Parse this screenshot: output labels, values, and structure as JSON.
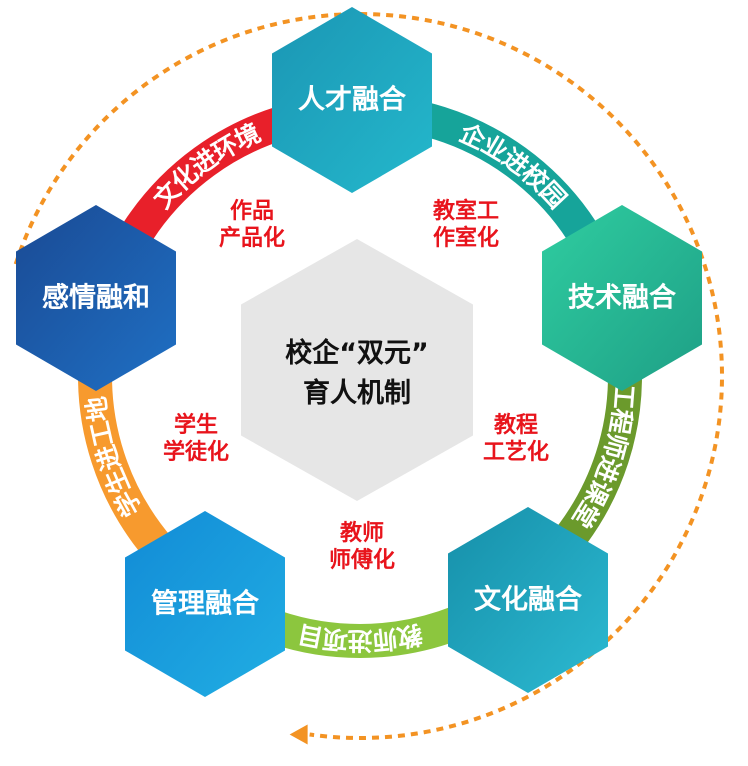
{
  "center": {
    "line1": "校企“双元”",
    "line2": "育人机制"
  },
  "hexagons": [
    {
      "label": "人才融合",
      "color1": "#1b96b4",
      "color2": "#24b8cc"
    },
    {
      "label": "技术融合",
      "color1": "#2fcda0",
      "color2": "#1e9f86"
    },
    {
      "label": "文化融合",
      "color1": "#168fa9",
      "color2": "#2cbad2"
    },
    {
      "label": "管理融合",
      "color1": "#128bd6",
      "color2": "#21aee3"
    },
    {
      "label": "感情融和",
      "color1": "#1a4a94",
      "color2": "#1f70c4"
    }
  ],
  "ring": [
    {
      "label": "文化进环境",
      "color": "#e8202a"
    },
    {
      "label": "企业进校园",
      "color": "#16a49a"
    },
    {
      "label": "工程师进课堂",
      "color": "#6b9a2c"
    },
    {
      "label": "教师进项目",
      "color": "#8cc63e"
    },
    {
      "label": "学生进工地",
      "color": "#f79a2e"
    }
  ],
  "red_labels": [
    {
      "line1": "作品",
      "line2": "产品化"
    },
    {
      "line1": "教室工",
      "line2": "作室化"
    },
    {
      "line1": "学生",
      "line2": "学徒化"
    },
    {
      "line1": "教程",
      "line2": "工艺化"
    },
    {
      "line1": "教师",
      "line2": "师傅化"
    }
  ],
  "dashed_color": "#f39323"
}
